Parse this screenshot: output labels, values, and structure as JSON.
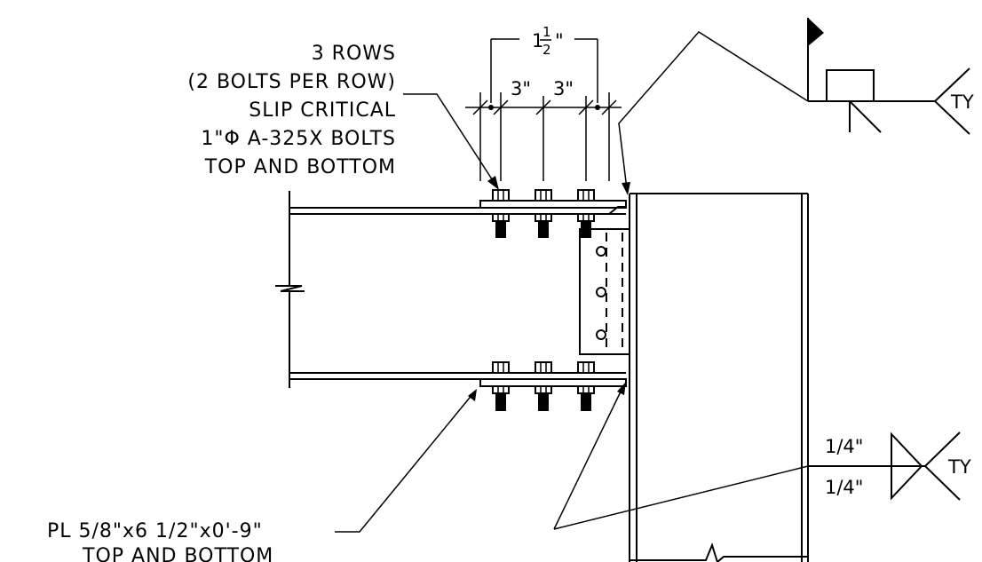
{
  "labels": {
    "bolts": [
      "3 ROWS",
      "(2 BOLTS PER ROW)",
      "SLIP CRITICAL",
      "1\"Φ A-325X BOLTS",
      "TOP AND BOTTOM"
    ],
    "plate": [
      "PL 5/8\"x6 1/2\"x0'-9\"",
      "TOP AND BOTTOM"
    ]
  },
  "dimensions": {
    "edge_whole": "1",
    "edge_num": "1",
    "edge_den": "2",
    "edge_unit": "\"",
    "spacing_1": "3\"",
    "spacing_2": "3\""
  },
  "welds": {
    "top_tail": "TY",
    "bottom_size_top": "1/4\"",
    "bottom_size_bottom": "1/4\"",
    "bottom_tail": "TY"
  }
}
